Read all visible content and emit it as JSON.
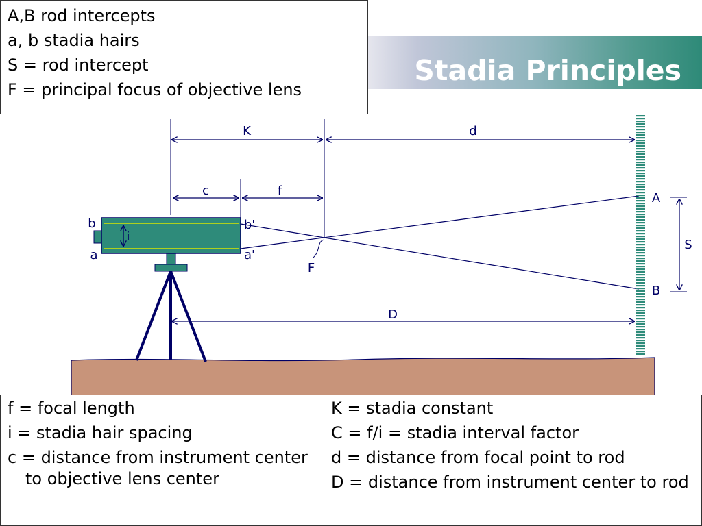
{
  "title": "Stadia Principles",
  "legend_lines": [
    "A,B rod intercepts",
    "a, b stadia hairs",
    "S = rod intercept",
    "F = principal focus of objective lens"
  ],
  "definitions_left": [
    "f = focal length",
    "i = stadia hair spacing",
    "c = distance from instrument center to objective lens center"
  ],
  "definitions_right": [
    "K = stadia constant",
    "C = f/i = stadia interval factor",
    "d = distance from focal point to rod",
    "D = distance from instrument center to rod"
  ],
  "labels": {
    "K": "K",
    "d": "d",
    "c": "c",
    "f": "f",
    "D": "D",
    "S": "S",
    "A": "A",
    "B": "B",
    "a": "a",
    "b": "b",
    "a_prime": "a'",
    "b_prime": "b'",
    "i": "i",
    "F": "F"
  },
  "colors": {
    "line": "#000066",
    "telescope": "#2e8b7a",
    "hair": "#d8e800",
    "ground": "#c8947a",
    "rod_stripe": "#2e8b7a"
  }
}
